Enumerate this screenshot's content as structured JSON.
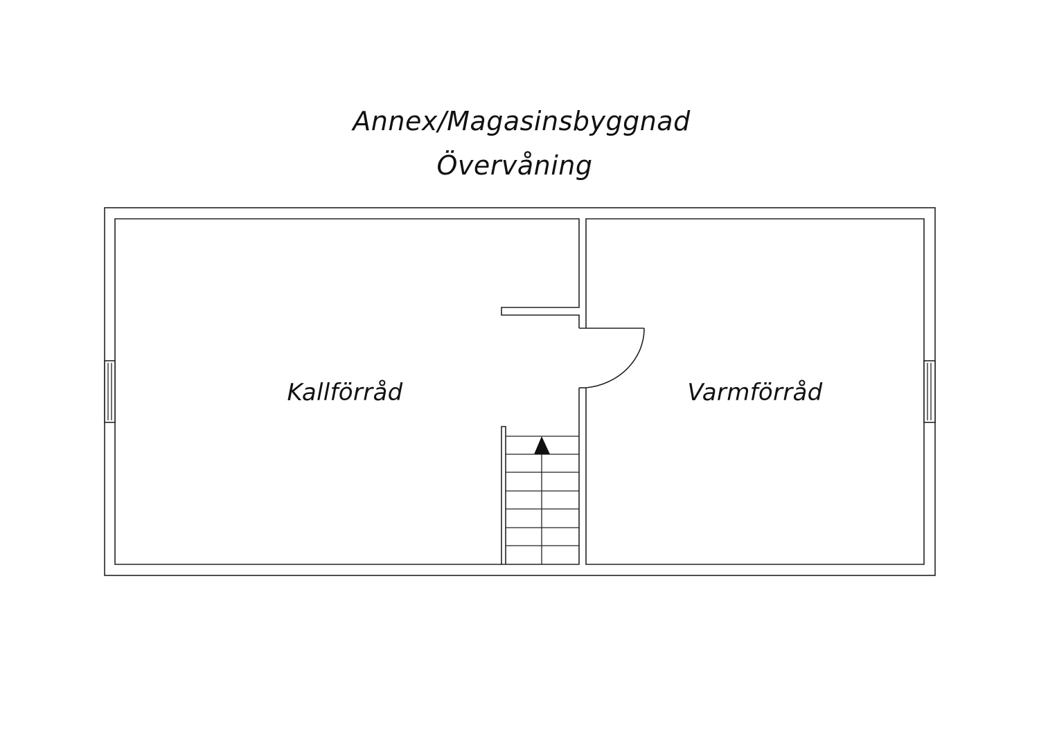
{
  "plan": {
    "title_line1": "Annex/Magasinsbyggnad",
    "title_line2": "Övervåning",
    "rooms": [
      {
        "id": "left",
        "label": "Kallförråd"
      },
      {
        "id": "right",
        "label": "Varmförråd"
      }
    ],
    "stair_direction": "up",
    "line_color": "#222222",
    "background_color": "#ffffff"
  }
}
